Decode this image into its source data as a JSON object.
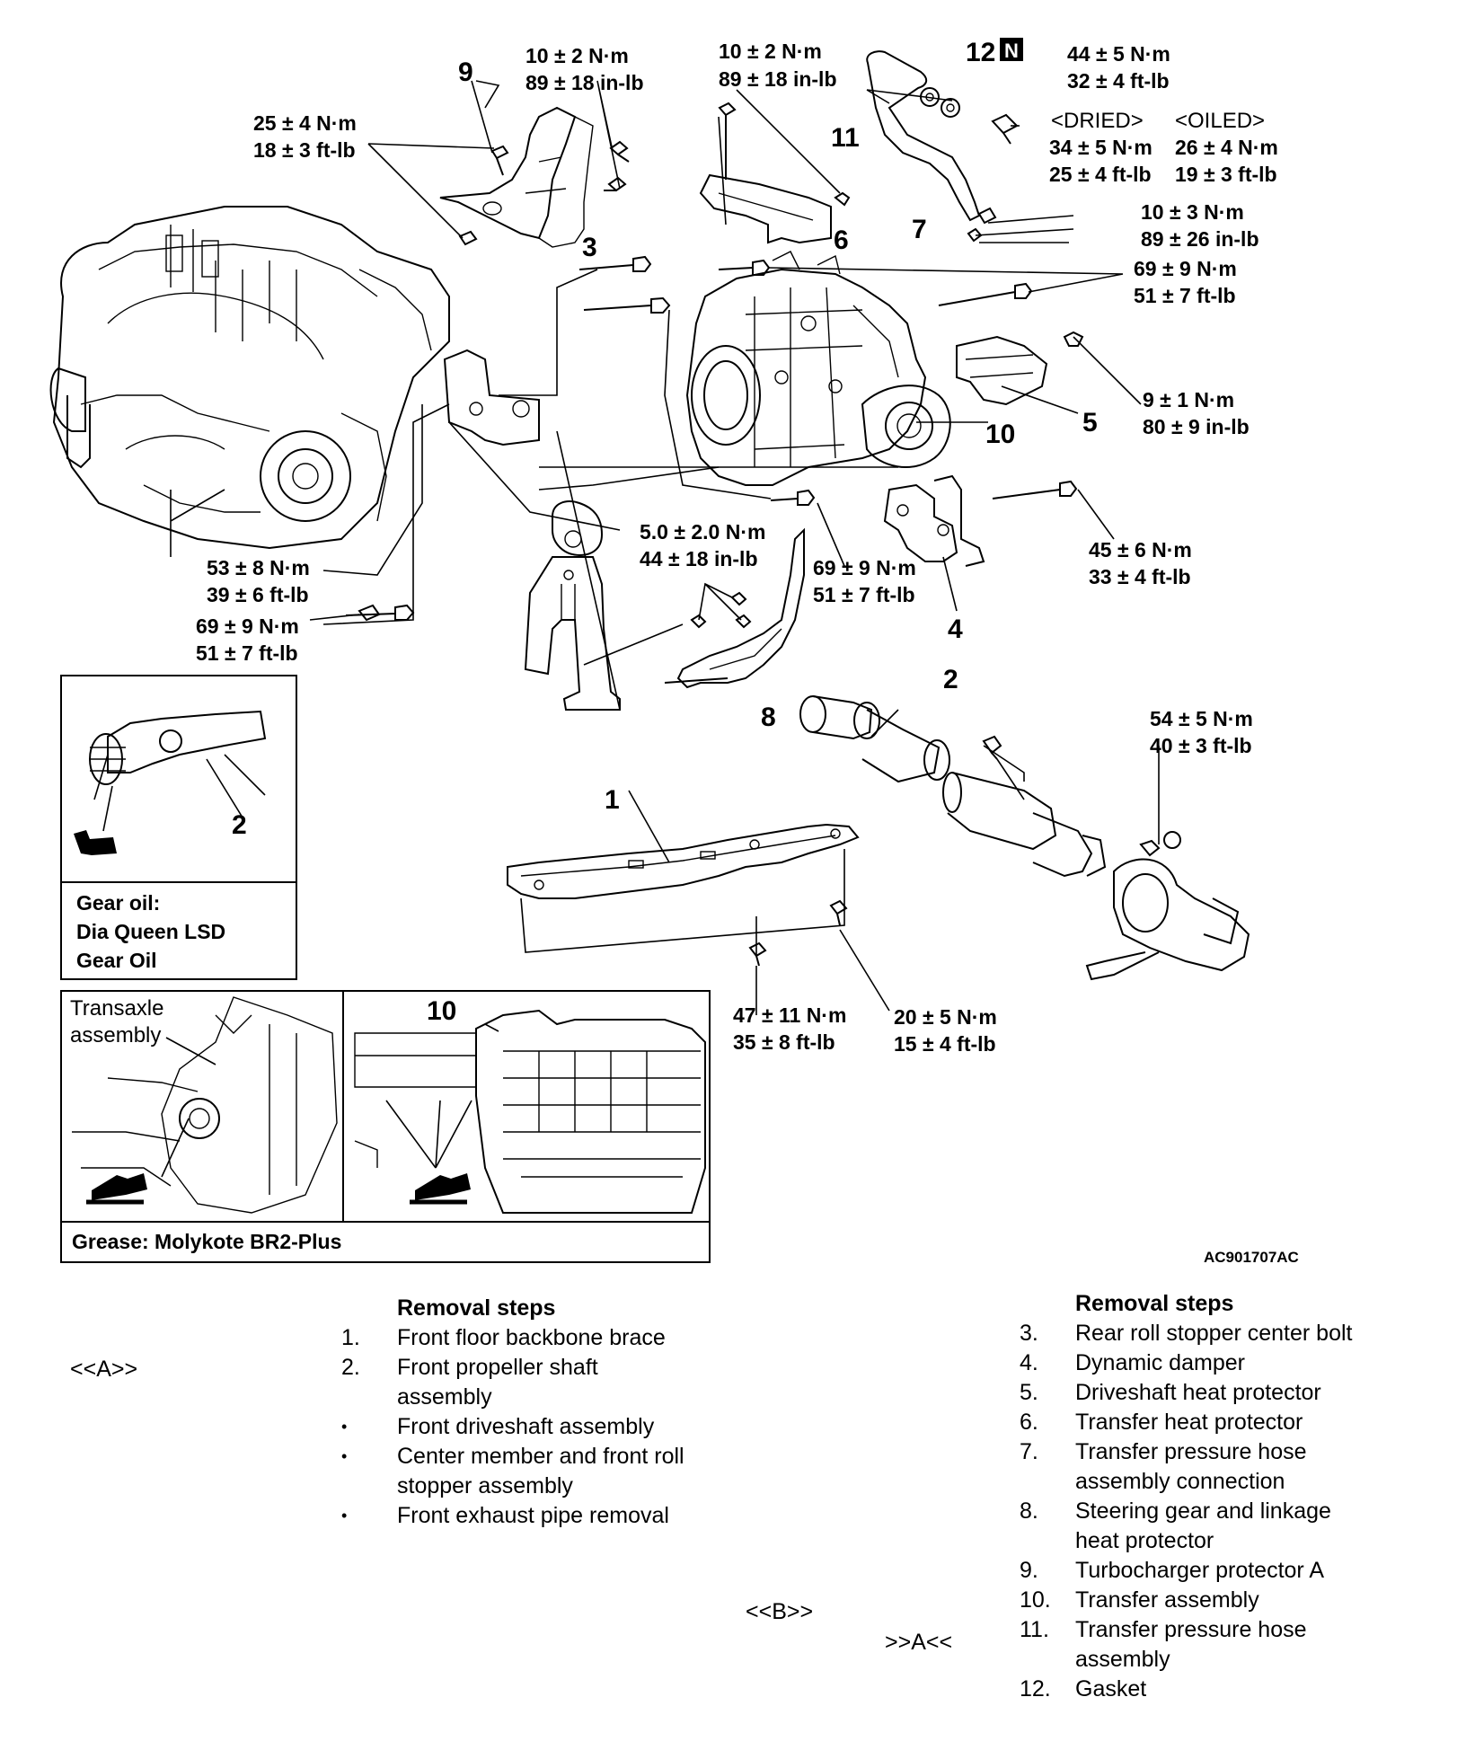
{
  "callouts": {
    "c1": "1",
    "c2a": "2",
    "c2b": "2",
    "c3": "3",
    "c4": "4",
    "c5": "5",
    "c6": "6",
    "c7": "7",
    "c8": "8",
    "c9": "9",
    "c10": "10",
    "c10b": "10",
    "c11": "11",
    "c12": "12",
    "c12_badge": "N"
  },
  "torque": {
    "t_10_2_nm_a": "10 ± 2 N·m",
    "t_89_18_a": "89 ± 18 in-lb",
    "t_10_2_nm_b": "10 ± 2 N·m",
    "t_89_18_b": "89 ± 18 in-lb",
    "t_25_4_nm": "25 ± 4 N·m",
    "t_18_3": "18 ± 3 ft-lb",
    "t_44_5_nm": "44 ± 5 N·m",
    "t_32_4": "32 ± 4 ft-lb",
    "dried": "<DRIED>",
    "oiled": "<OILED>",
    "t_34_5_nm": "34 ± 5 N·m",
    "t_26_4_nm": "26 ± 4 N·m",
    "t_25_4_ftlb": "25 ± 4 ft-lb",
    "t_19_3": "19 ± 3 ft-lb",
    "t_10_3_nm": "10 ± 3 N·m",
    "t_89_26": "89 ± 26 in-lb",
    "t_69_9_nm_a": "69 ± 9 N·m",
    "t_51_7_a": "51 ± 7 ft-lb",
    "t_9_1_nm": "9 ± 1 N·m",
    "t_80_9": "80 ± 9 in-lb",
    "t_5_2_nm": "5.0 ± 2.0 N·m",
    "t_44_18": "44 ± 18 in-lb",
    "t_53_8_nm": "53 ± 8 N·m",
    "t_39_6": "39 ± 6 ft-lb",
    "t_69_9_nm_b": "69 ± 9 N·m",
    "t_51_7_b": "51 ± 7 ft-lb",
    "t_69_9_nm_c": "69 ± 9 N·m",
    "t_51_7_c": "51 ± 7 ft-lb",
    "t_45_6_nm": "45 ± 6 N·m",
    "t_33_4": "33 ± 4 ft-lb",
    "t_54_5_nm": "54 ± 5 N·m",
    "t_40_3": "40 ± 3 ft-lb",
    "t_47_11_nm": "47 ± 11 N·m",
    "t_35_8": "35 ± 8 ft-lb",
    "t_20_5_nm": "20 ± 5 N·m",
    "t_15_4": "15 ± 4 ft-lb"
  },
  "gear_oil_box": {
    "line1": "Gear oil:",
    "line2": "Dia Queen LSD",
    "line3": "Gear Oil"
  },
  "grease_box": {
    "transaxle_line1": "Transaxle",
    "transaxle_line2": "assembly",
    "caption": "Grease: Molykote BR2-Plus"
  },
  "figure_ref": "AC901707AC",
  "left_steps": {
    "header": "Removal steps",
    "tag_a": "<<A>>",
    "items": [
      {
        "num": "1.",
        "text": "Front floor backbone brace"
      },
      {
        "num": "2.",
        "text": "Front propeller shaft assembly"
      },
      {
        "num": "•",
        "text": "Front driveshaft assembly"
      },
      {
        "num": "•",
        "text": "Center member and front roll stopper assembly"
      },
      {
        "num": "•",
        "text": "Front exhaust pipe removal"
      }
    ]
  },
  "right_steps": {
    "header": "Removal steps",
    "tag_b": "<<B>>",
    "tag_a_install": ">>A<<",
    "items": [
      {
        "num": "3.",
        "text": "Rear roll stopper center bolt"
      },
      {
        "num": "4.",
        "text": "Dynamic damper"
      },
      {
        "num": "5.",
        "text": "Driveshaft heat protector"
      },
      {
        "num": "6.",
        "text": "Transfer heat protector"
      },
      {
        "num": "7.",
        "text": "Transfer pressure hose assembly connection"
      },
      {
        "num": "8.",
        "text": "Steering gear and linkage heat protector"
      },
      {
        "num": "9.",
        "text": "Turbocharger protector A"
      },
      {
        "num": "10.",
        "text": "Transfer assembly"
      },
      {
        "num": "11.",
        "text": "Transfer pressure hose assembly"
      },
      {
        "num": "12.",
        "text": "Gasket"
      }
    ]
  }
}
